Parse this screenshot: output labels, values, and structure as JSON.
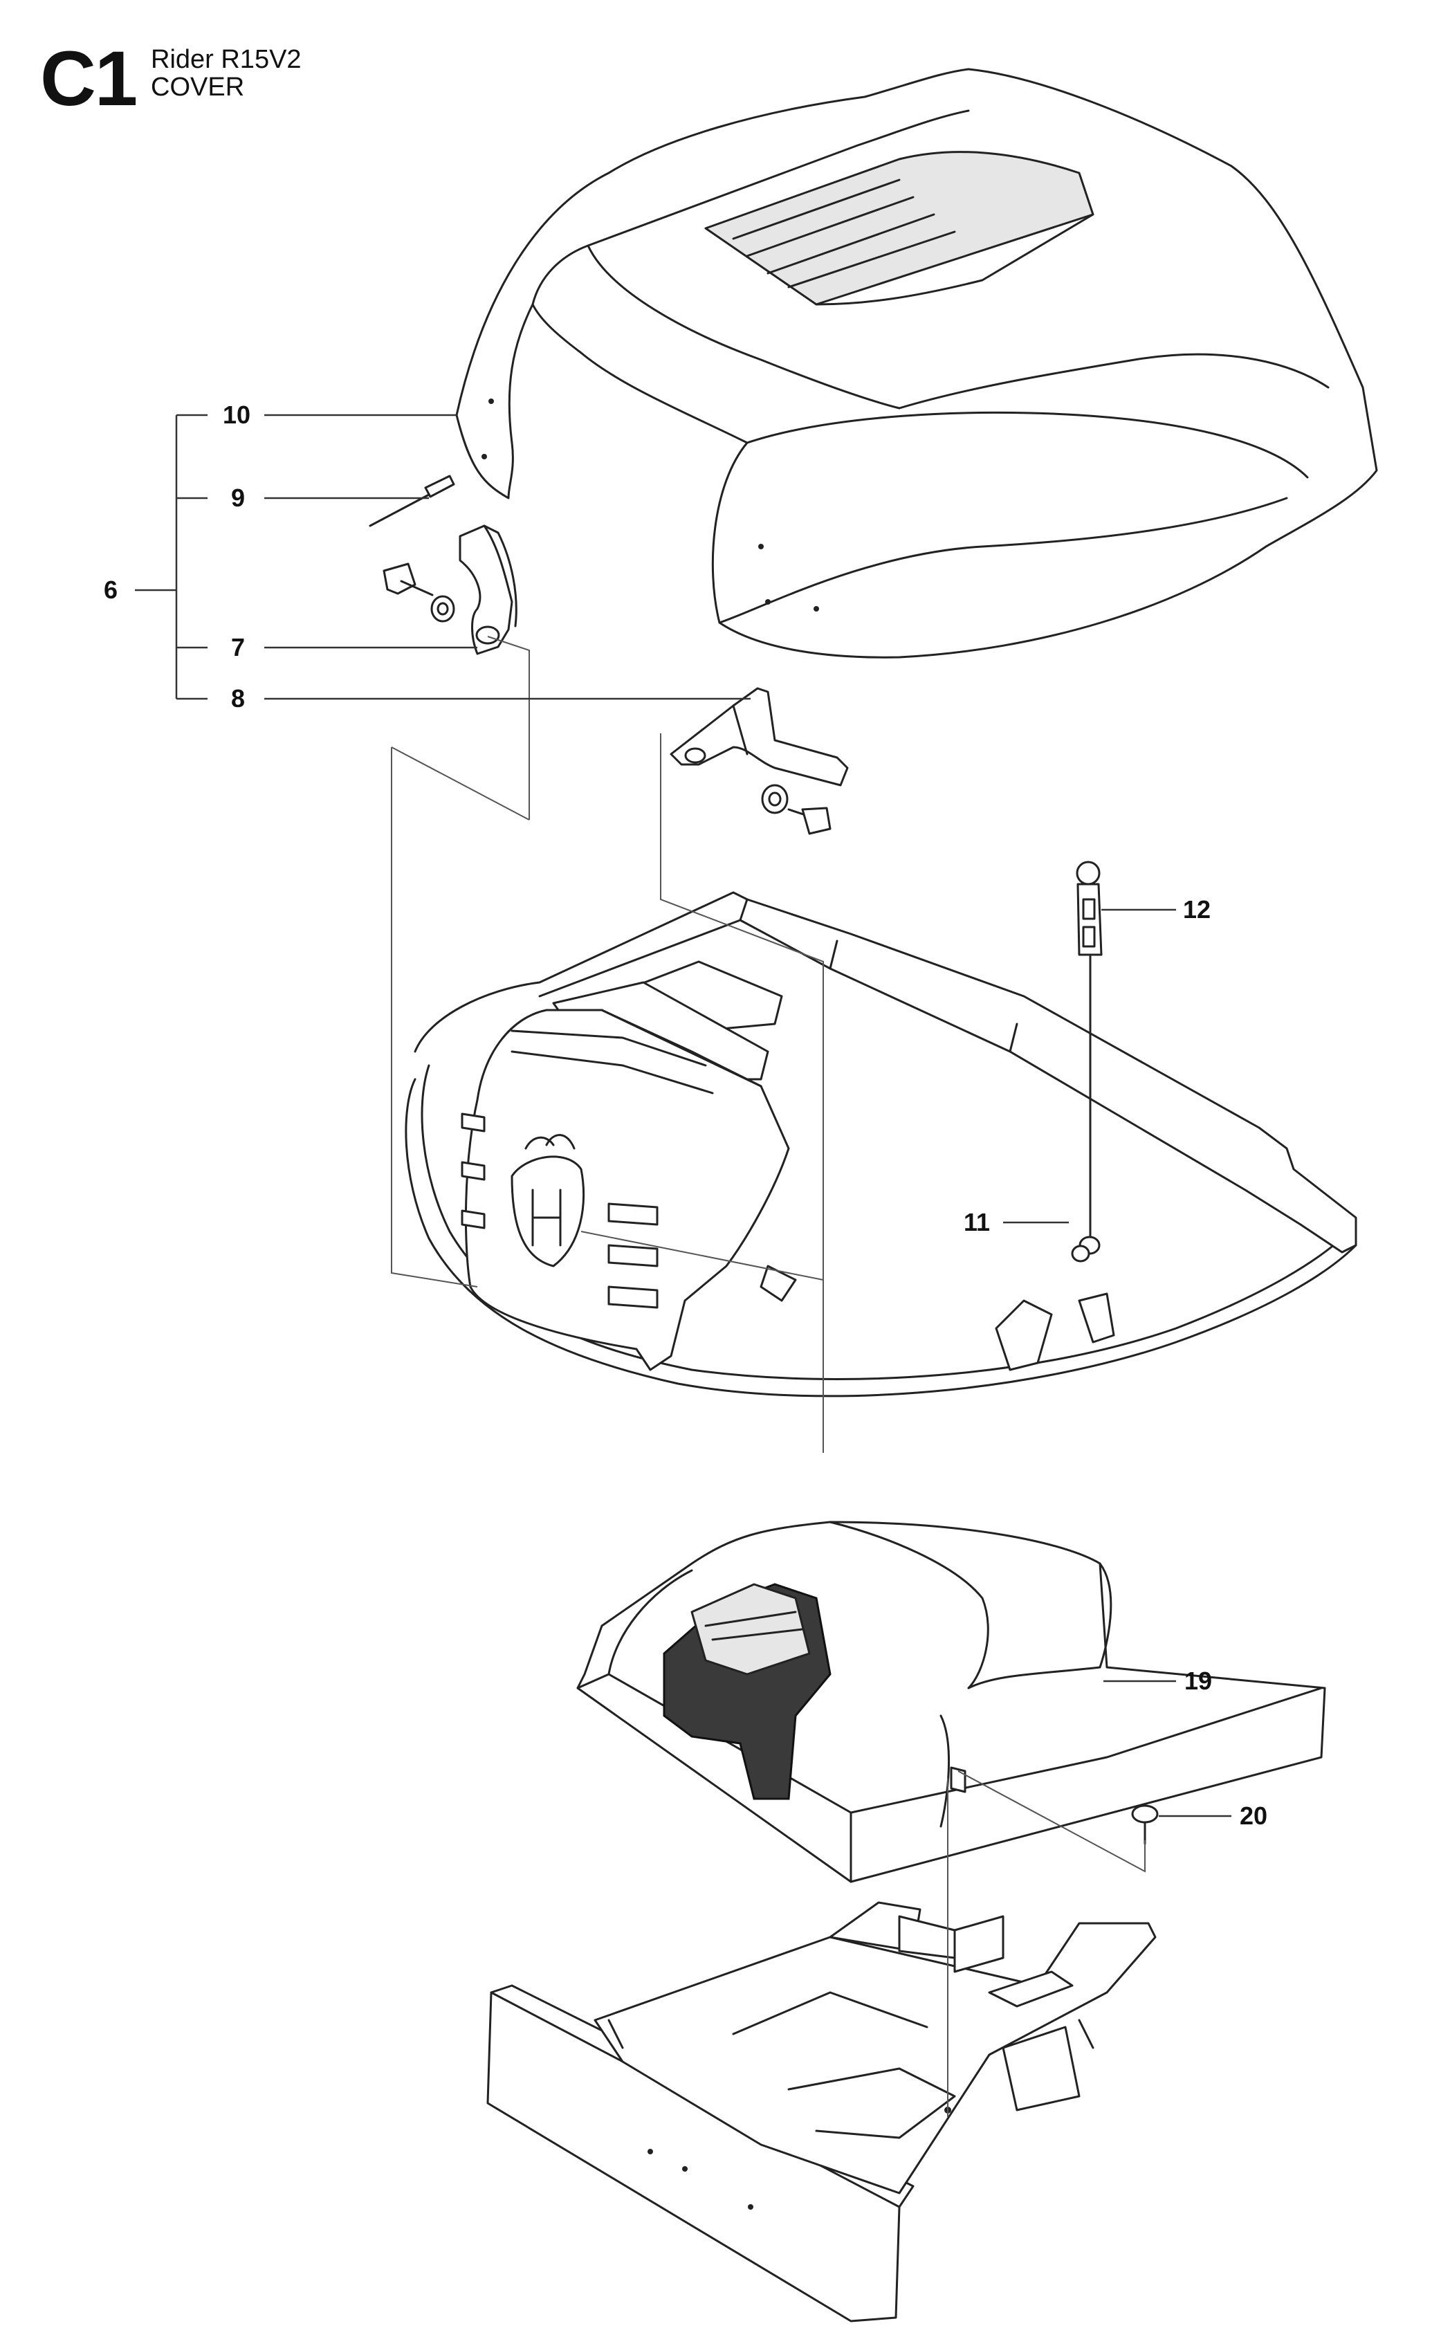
{
  "header": {
    "section_code": "C1",
    "model": "Rider R15V2",
    "assembly_name": "COVER"
  },
  "callouts": {
    "c6": "6",
    "c7": "7",
    "c8": "8",
    "c9": "9",
    "c10": "10",
    "c11": "11",
    "c12": "12",
    "c19": "19",
    "c20": "20"
  },
  "icons": [
    "hood-cover-part",
    "hinge-bracket-part",
    "pin-part",
    "screw-part",
    "washer-part",
    "chassis-frame-part",
    "seat-cover-part",
    "rod-part",
    "plug-part",
    "base-frame-part"
  ]
}
